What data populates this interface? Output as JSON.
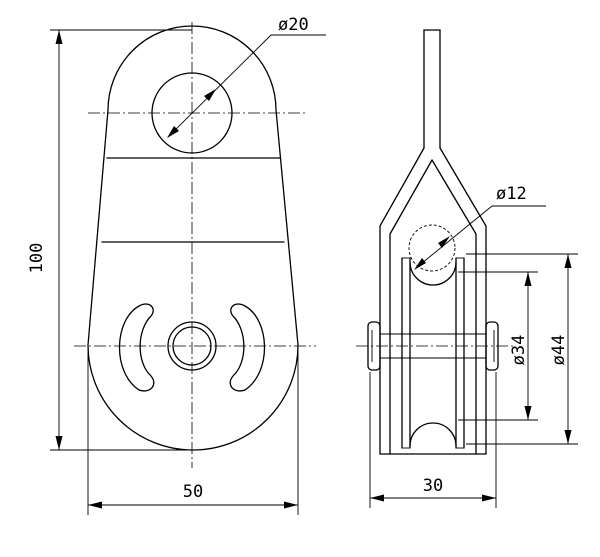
{
  "front_view": {
    "overall_height": "100",
    "overall_width": "50",
    "eye_diameter": "ø20"
  },
  "side_view": {
    "width": "30",
    "pin_diameter": "ø12",
    "inner_diameter": "ø34",
    "outer_diameter": "ø44"
  }
}
